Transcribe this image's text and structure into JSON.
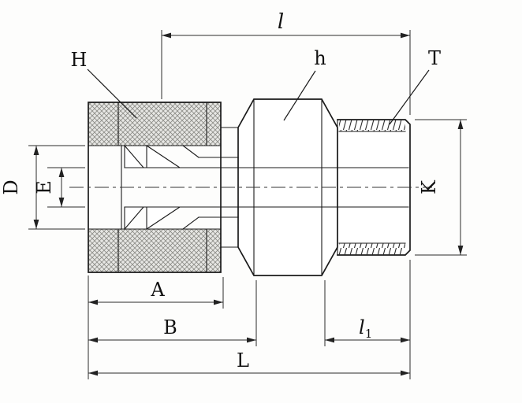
{
  "drawing": {
    "title": "Male connector tube fitting – dimensioned cross-section",
    "labels": {
      "l": "l",
      "H": "H",
      "h": "h",
      "T": "T",
      "D": "D",
      "E": "E",
      "K": "K",
      "A": "A",
      "B": "B",
      "l1_base": "l",
      "l1_sub": "1",
      "L": "L"
    },
    "colors": {
      "line": "#1a1a1a",
      "dimension_line": "#2a2a2a",
      "hatch_fill": "#e7e7e4",
      "background": "#fdfdfc"
    }
  }
}
